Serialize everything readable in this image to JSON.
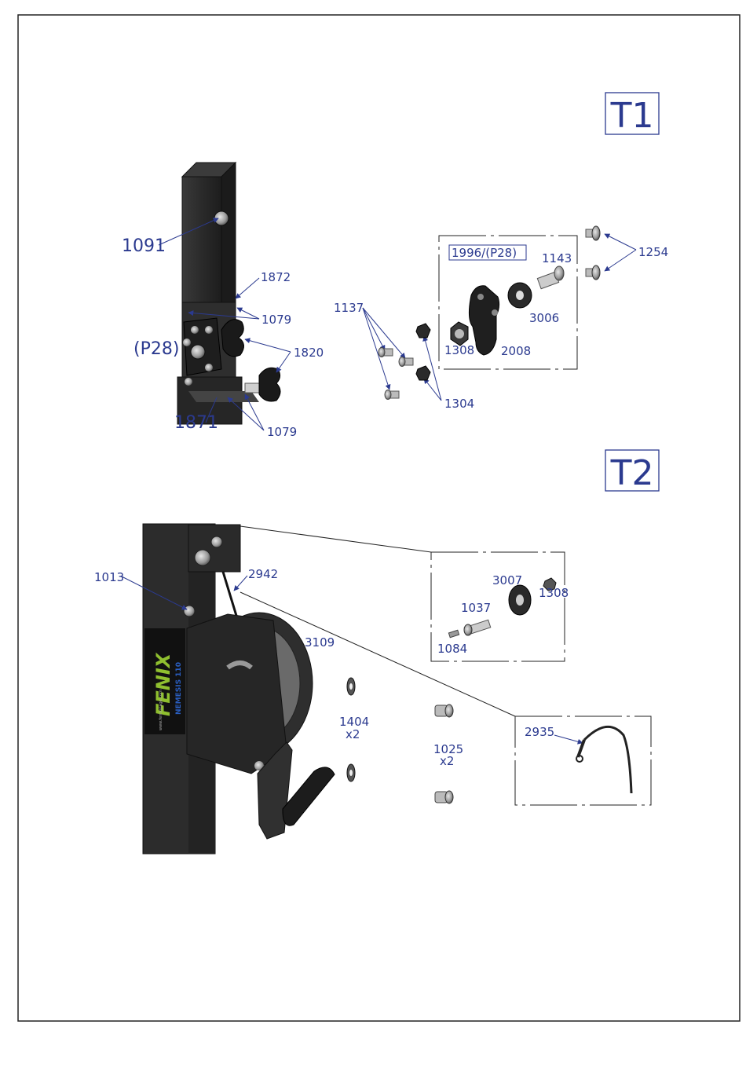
{
  "sections": {
    "t1": "T1",
    "t2": "T2"
  },
  "t1": {
    "callouts": {
      "c1091": "1091",
      "c1872": "1872",
      "c1079a": "1079",
      "p28": "(P28)",
      "c1820": "1820",
      "c1871": "1871",
      "c1079b": "1079",
      "c1137": "1137",
      "c1304": "1304",
      "c1308": "1308",
      "c2008": "2008",
      "c3006": "3006",
      "c1143": "1143",
      "c1254": "1254"
    },
    "detail_box_title": "1996/(P28)"
  },
  "t2": {
    "callouts": {
      "c1013": "1013",
      "c2942": "2942",
      "c3109": "3109",
      "c1404": "1404",
      "c1404_qty": "x2",
      "c1025": "1025",
      "c1025_qty": "x2",
      "c3007": "3007",
      "c1308": "1308",
      "c1037": "1037",
      "c1084": "1084",
      "c2935": "2935"
    },
    "panel": {
      "brand": "FENIX",
      "model": "NEMESIS 110",
      "website": "www.fenixstage.com"
    }
  },
  "colors": {
    "label_blue": "#2b3a8f",
    "metal_dark": "#2a2a2a",
    "logo_green": "#8fbf2f",
    "logo_blue": "#2a5ec0"
  }
}
